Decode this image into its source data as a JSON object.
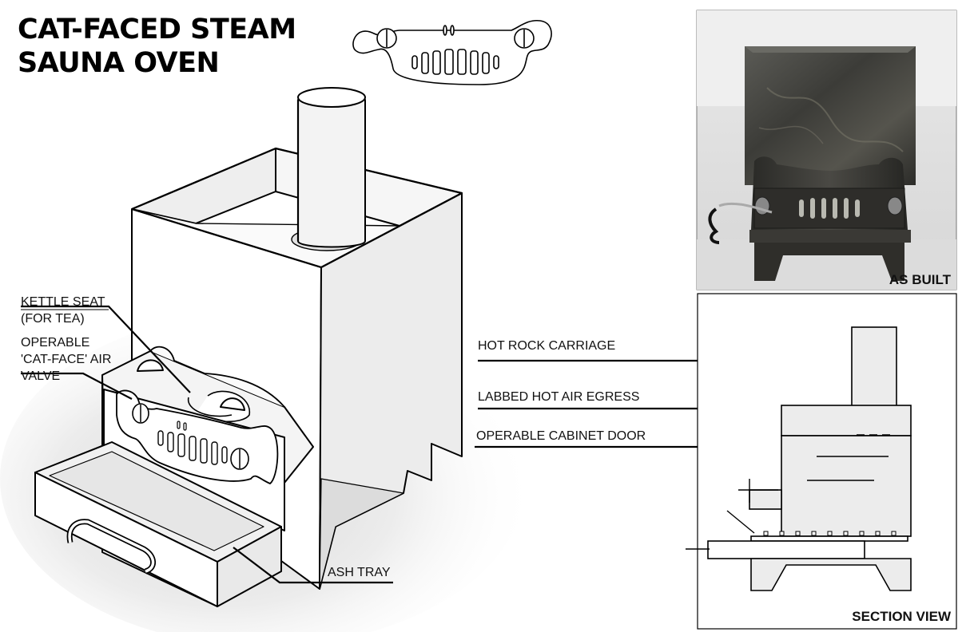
{
  "title": {
    "line1": "CAT-FACED STEAM",
    "line2": "SAUNA OVEN"
  },
  "callouts": {
    "kettle_seat": [
      "KETTLE SEAT",
      "(FOR TEA)"
    ],
    "air_valve": [
      "OPERABLE",
      "'CAT-FACE' AIR",
      "VALVE"
    ],
    "ash_tray": "ASH TRAY",
    "hot_rock_carriage": "HOT ROCK CARRIAGE",
    "labbed_hot_air_egress": "LABBED HOT AIR EGRESS",
    "operable_cabinet_door": "OPERABLE CABINET DOOR"
  },
  "photo_caption": "AS BUILT",
  "section_caption": "SECTION VIEW"
}
